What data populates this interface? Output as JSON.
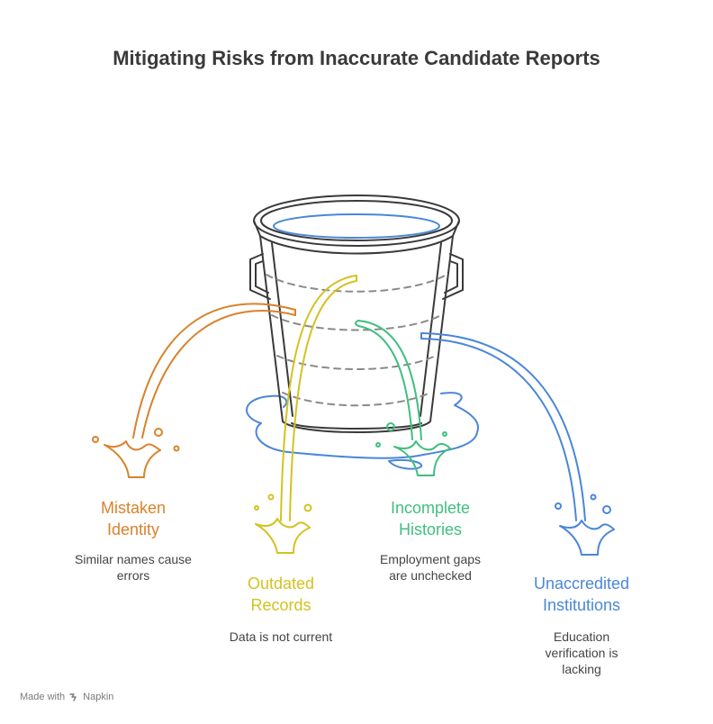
{
  "title": "Mitigating Risks from Inaccurate Candidate Reports",
  "items": [
    {
      "label": "Mistaken\nIdentity",
      "description": "Similar names cause\nerrors",
      "color": "#d9822b"
    },
    {
      "label": "Outdated\nRecords",
      "description": "Data is not current",
      "color": "#d4c21f"
    },
    {
      "label": "Incomplete\nHistories",
      "description": "Employment gaps\nare unchecked",
      "color": "#3fbf7f"
    },
    {
      "label": "Unaccredited\nInstitutions",
      "description": "Education\nverification is\nlacking",
      "color": "#4a86d8"
    }
  ],
  "footer": {
    "made_with": "Made with",
    "brand": "Napkin"
  },
  "icons": {
    "footer_logo": "napkin-logo-icon",
    "central": "leaking-bucket-icon"
  }
}
